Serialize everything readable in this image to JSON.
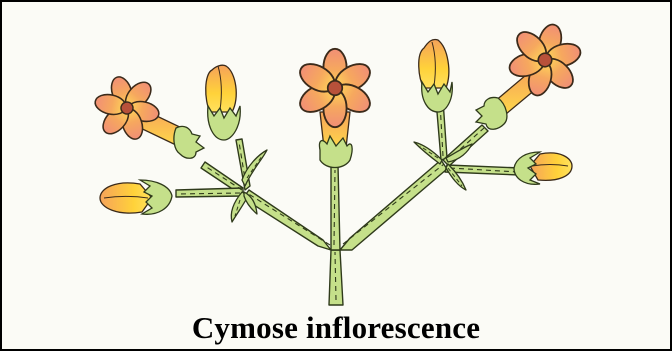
{
  "figure": {
    "caption": "Cymose inflorescence",
    "colors": {
      "background": "#fbfbf6",
      "border": "#000000",
      "stem": "#c5e08a",
      "stem_outline": "#2f3a1b",
      "petal_light": "#ffe06a",
      "petal_dark": "#f3a35c",
      "petal_rose": "#f18f76",
      "flower_center": "#b8513a",
      "bud_yellow": "#ffd43b",
      "bud_orange": "#f7a35a"
    },
    "parts": [
      "main-axis",
      "branch-left",
      "branch-right",
      "open-flowers",
      "flower-buds",
      "bracts",
      "sepals"
    ]
  }
}
